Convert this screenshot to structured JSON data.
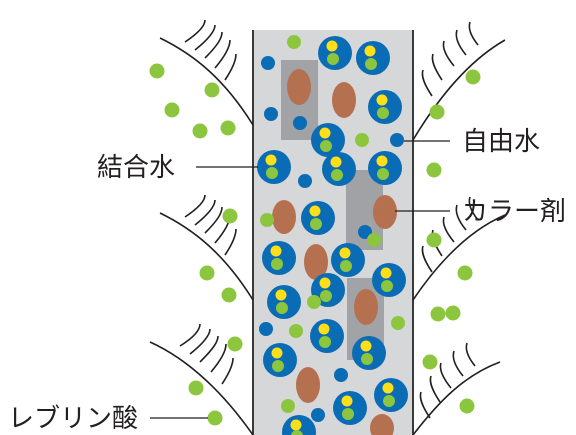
{
  "labels": {
    "bound_water": "結合水",
    "free_water": "自由水",
    "color_agent": "カラー剤",
    "levulinic_acid": "レブリン酸"
  },
  "colors": {
    "fiber_fill": "#d6d7d9",
    "fiber_edge": "#3a3a3a",
    "gray_block": "#8f9194",
    "water_blue": "#0a6cb4",
    "yellow": "#ffde1a",
    "green": "#8cc63f",
    "brown": "#b5714f",
    "line": "#231f20"
  }
}
